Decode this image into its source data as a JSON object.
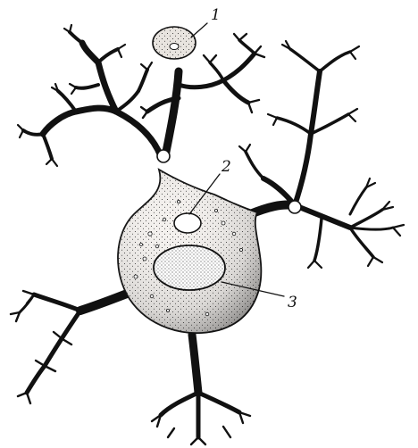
{
  "figure": {
    "labels": {
      "l1": "1",
      "l2": "2",
      "l3": "3"
    },
    "colors": {
      "ink": "#111111",
      "paper": "#ffffff",
      "body_fill": "#f4f1ee"
    }
  }
}
